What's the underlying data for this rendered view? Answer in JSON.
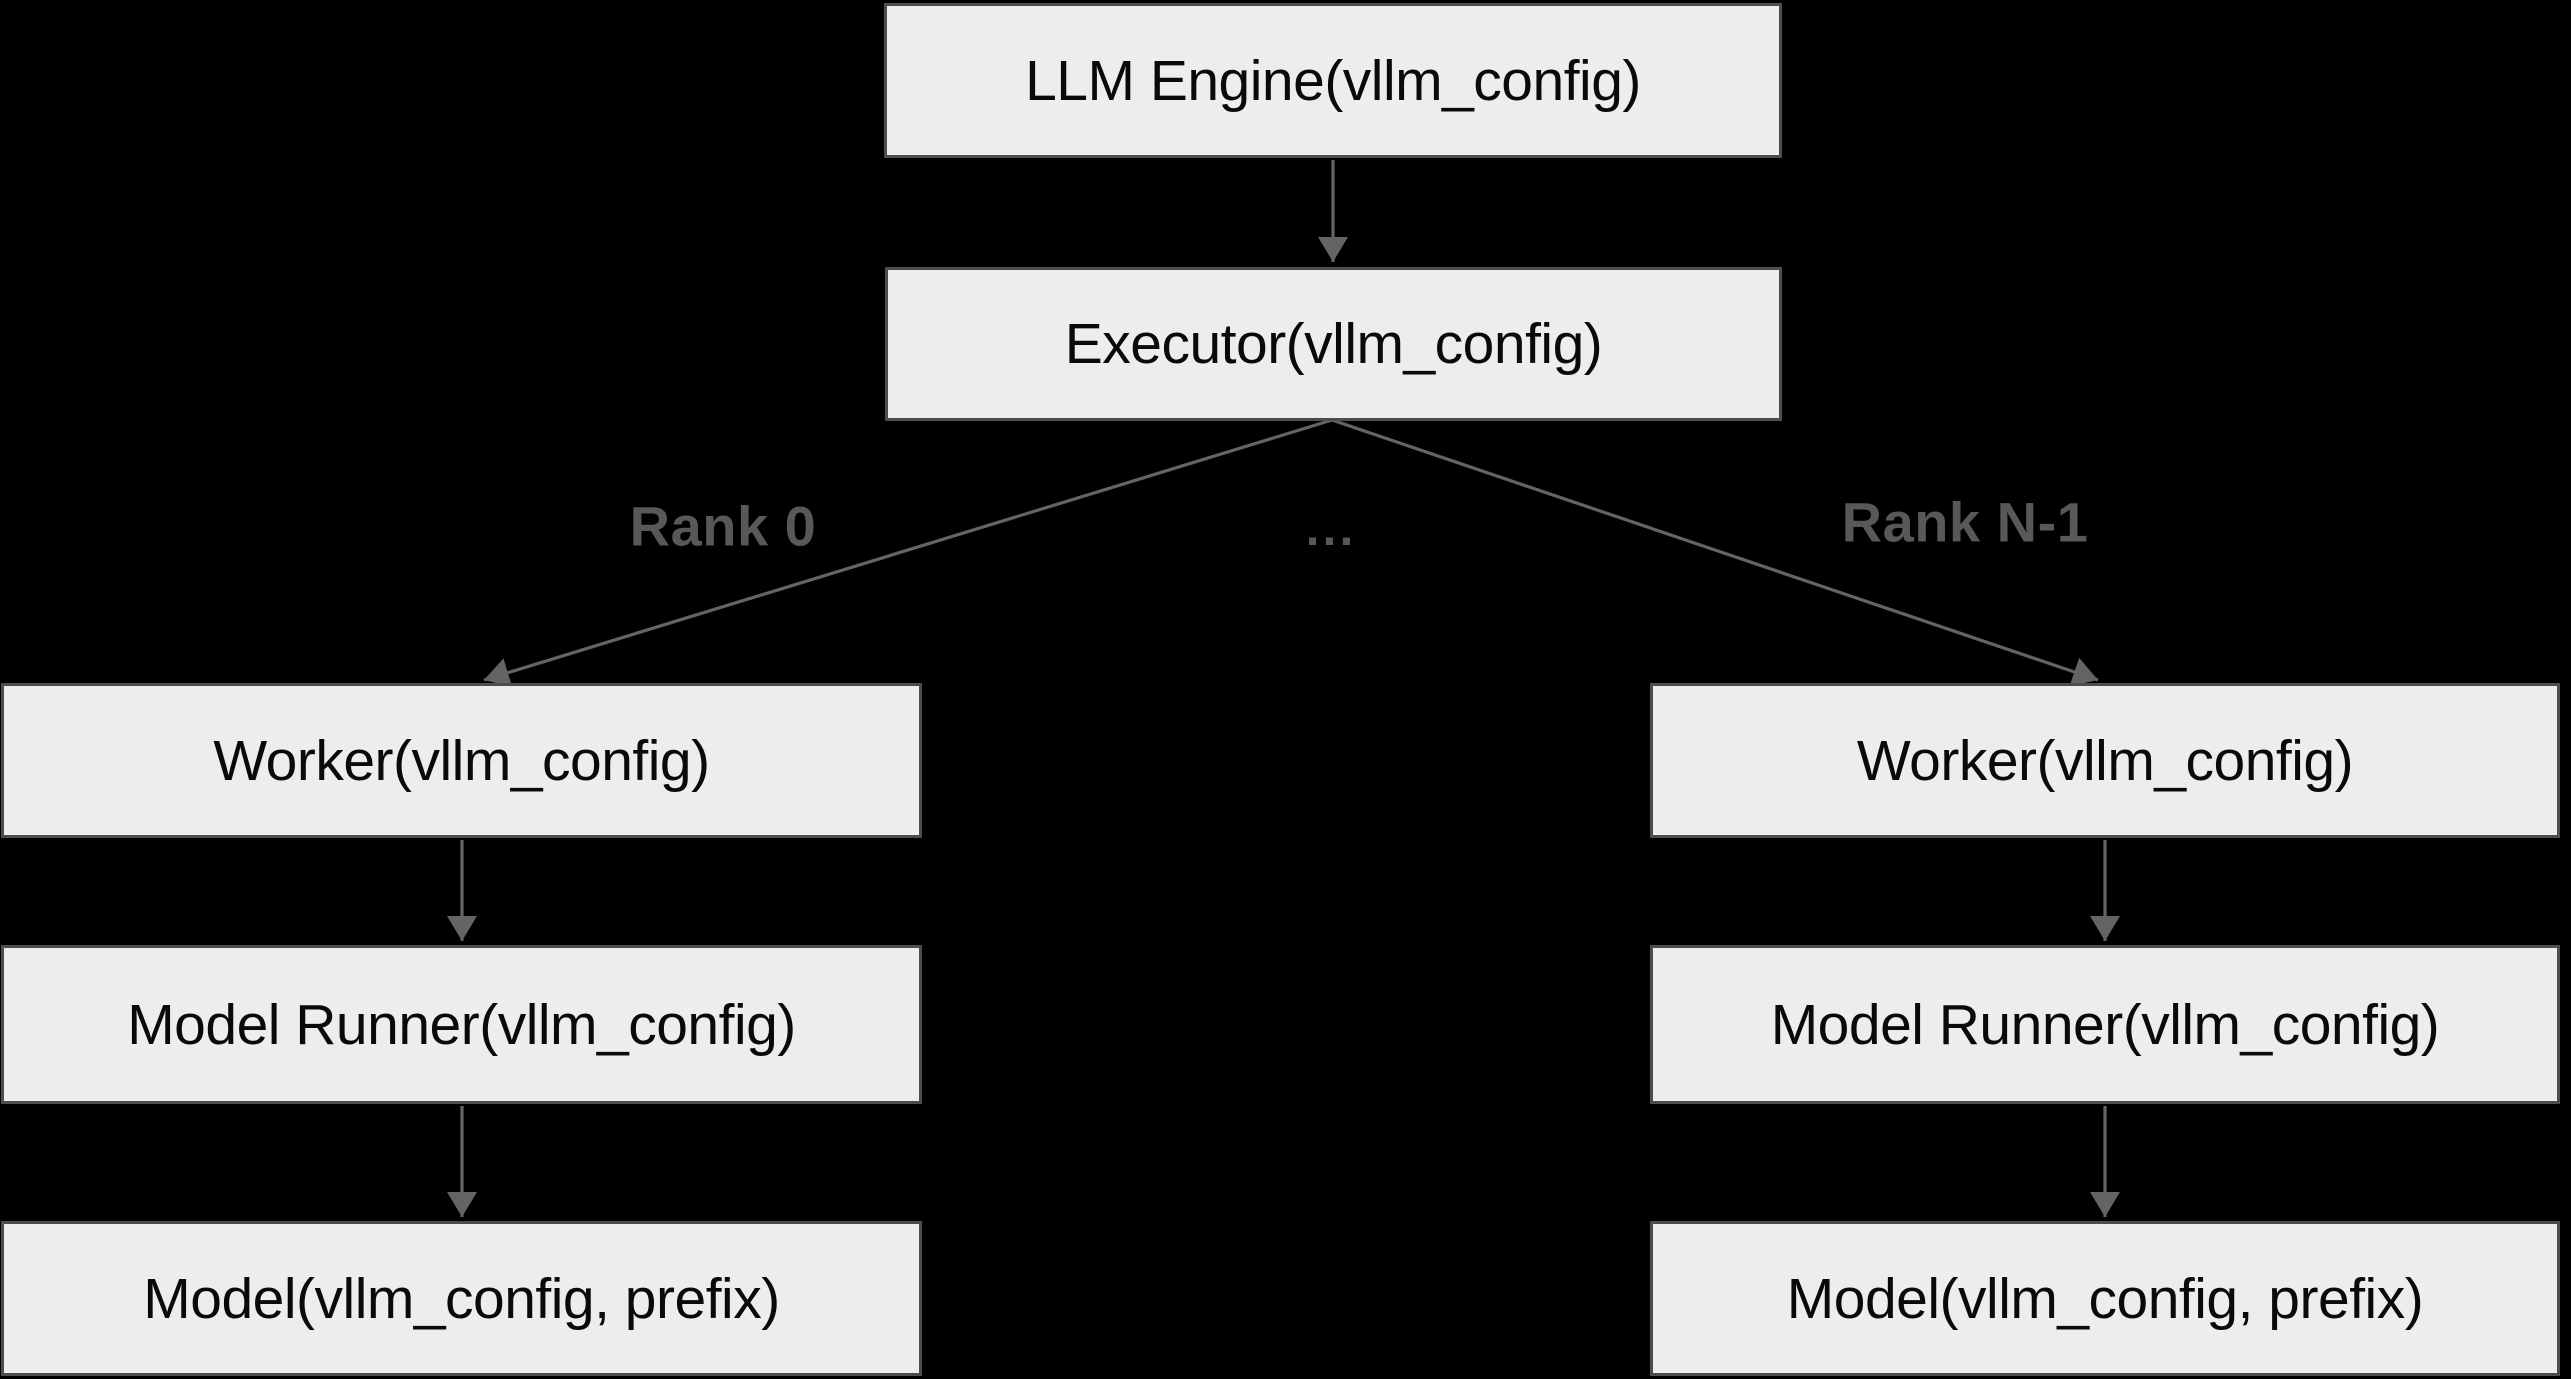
{
  "colors": {
    "background": "#000000",
    "node_fill": "#ededed",
    "node_border": "#4d4d4d",
    "node_text": "#0a0a0a",
    "edge": "#646464",
    "edge_label": "#585858"
  },
  "nodes": [
    {
      "id": "llm-engine",
      "label": "LLM Engine(vllm_config)"
    },
    {
      "id": "executor",
      "label": "Executor(vllm_config)"
    },
    {
      "id": "worker-rank-0",
      "label": "Worker(vllm_config)"
    },
    {
      "id": "model-runner-rank-0",
      "label": "Model Runner(vllm_config)"
    },
    {
      "id": "model-rank-0",
      "label": "Model(vllm_config, prefix)"
    },
    {
      "id": "worker-rank-n",
      "label": "Worker(vllm_config)"
    },
    {
      "id": "model-runner-rank-n",
      "label": "Model Runner(vllm_config)"
    },
    {
      "id": "model-rank-n",
      "label": "Model(vllm_config, prefix)"
    }
  ],
  "edge_labels": [
    {
      "id": "rank-0",
      "text": "Rank 0"
    },
    {
      "id": "ellipsis",
      "text": "..."
    },
    {
      "id": "rank-n-1",
      "text": "Rank N-1"
    }
  ],
  "edges": [
    {
      "from": "llm-engine",
      "to": "executor"
    },
    {
      "from": "executor",
      "to": "worker-rank-0",
      "label": "Rank 0"
    },
    {
      "from": "executor",
      "to": "worker-rank-n",
      "label": "Rank N-1"
    },
    {
      "from": "worker-rank-0",
      "to": "model-runner-rank-0"
    },
    {
      "from": "model-runner-rank-0",
      "to": "model-rank-0"
    },
    {
      "from": "worker-rank-n",
      "to": "model-runner-rank-n"
    },
    {
      "from": "model-runner-rank-n",
      "to": "model-rank-n"
    }
  ]
}
